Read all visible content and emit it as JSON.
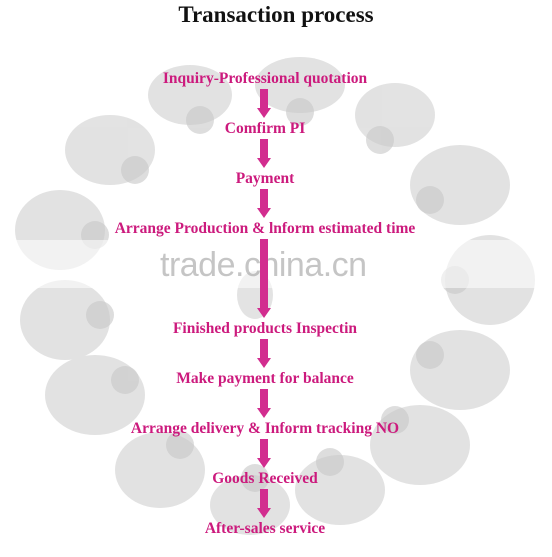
{
  "title": "Transaction process",
  "watermark": "trade.china.cn",
  "colors": {
    "step_text": "#cc1a7d",
    "arrow": "#d22d8f",
    "title": "#111111"
  },
  "steps": [
    "Inquiry-Professional quotation",
    "Comfirm PI",
    "Payment",
    "Arrange Production & lnform estimated time",
    "Finished products Inspectin",
    "Make payment for balance",
    "Arrange delivery & Inform tracking NO",
    "Goods Received",
    "After-sales service"
  ]
}
